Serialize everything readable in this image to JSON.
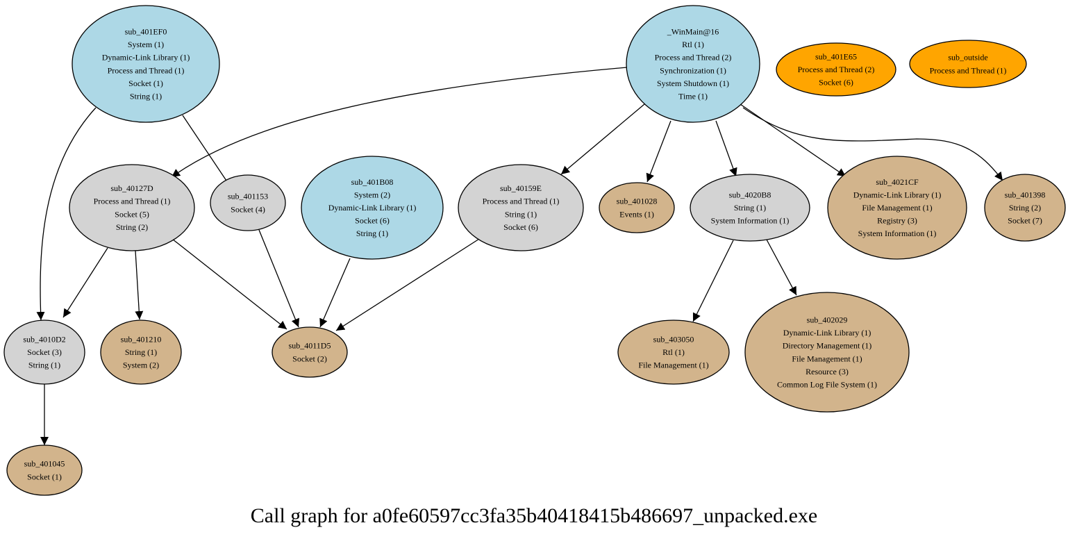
{
  "caption": "Call graph for a0fe60597cc3fa35b40418415b486697_unpacked.exe",
  "colors": {
    "blue": "#add8e6",
    "gray": "#d3d3d3",
    "tan": "#d2b48c",
    "orange": "#ffa500",
    "stroke": "#000000"
  },
  "nodes": [
    {
      "id": "sub_401EF0",
      "color": "blue",
      "lines": [
        "sub_401EF0",
        "System (1)",
        "Dynamic-Link Library (1)",
        "Process and Thread (1)",
        "Socket (1)",
        "String (1)"
      ]
    },
    {
      "id": "_WinMain@16",
      "color": "blue",
      "lines": [
        "_WinMain@16",
        "Rtl (1)",
        "Process and Thread (2)",
        "Synchronization (1)",
        "System Shutdown (1)",
        "Time (1)"
      ]
    },
    {
      "id": "sub_401E65",
      "color": "orange",
      "lines": [
        "sub_401E65",
        "Process and Thread (2)",
        "Socket (6)"
      ]
    },
    {
      "id": "sub_outside",
      "color": "orange",
      "lines": [
        "sub_outside",
        "Process and Thread (1)"
      ]
    },
    {
      "id": "sub_40127D",
      "color": "gray",
      "lines": [
        "sub_40127D",
        "Process and Thread (1)",
        "Socket (5)",
        "String (2)"
      ]
    },
    {
      "id": "sub_401153",
      "color": "gray",
      "lines": [
        "sub_401153",
        "Socket (4)"
      ]
    },
    {
      "id": "sub_401B08",
      "color": "blue",
      "lines": [
        "sub_401B08",
        "System (2)",
        "Dynamic-Link Library (1)",
        "Socket (6)",
        "String (1)"
      ]
    },
    {
      "id": "sub_40159E",
      "color": "gray",
      "lines": [
        "sub_40159E",
        "Process and Thread (1)",
        "String (1)",
        "Socket (6)"
      ]
    },
    {
      "id": "sub_401028",
      "color": "tan",
      "lines": [
        "sub_401028",
        "Events (1)"
      ]
    },
    {
      "id": "sub_4020B8",
      "color": "gray",
      "lines": [
        "sub_4020B8",
        "String (1)",
        "System Information (1)"
      ]
    },
    {
      "id": "sub_4021CF",
      "color": "tan",
      "lines": [
        "sub_4021CF",
        "Dynamic-Link Library (1)",
        "File Management (1)",
        "Registry (3)",
        "System Information (1)"
      ]
    },
    {
      "id": "sub_401398",
      "color": "tan",
      "lines": [
        "sub_401398",
        "String (2)",
        "Socket (7)"
      ]
    },
    {
      "id": "sub_4010D2",
      "color": "gray",
      "lines": [
        "sub_4010D2",
        "Socket (3)",
        "String (1)"
      ]
    },
    {
      "id": "sub_401210",
      "color": "tan",
      "lines": [
        "sub_401210",
        "String (1)",
        "System (2)"
      ]
    },
    {
      "id": "sub_4011D5",
      "color": "tan",
      "lines": [
        "sub_4011D5",
        "Socket (2)"
      ]
    },
    {
      "id": "sub_403050",
      "color": "tan",
      "lines": [
        "sub_403050",
        "Rtl (1)",
        "File Management (1)"
      ]
    },
    {
      "id": "sub_402029",
      "color": "tan",
      "lines": [
        "sub_402029",
        "Dynamic-Link Library (1)",
        "Directory Management (1)",
        "File Management (1)",
        "Resource (3)",
        "Common Log File System (1)"
      ]
    },
    {
      "id": "sub_401045",
      "color": "tan",
      "lines": [
        "sub_401045",
        "Socket (1)"
      ]
    }
  ],
  "edges": [
    {
      "from": "sub_401EF0",
      "to": "sub_4010D2"
    },
    {
      "from": "sub_401EF0",
      "to": "sub_401153"
    },
    {
      "from": "_WinMain@16",
      "to": "sub_40127D"
    },
    {
      "from": "_WinMain@16",
      "to": "sub_40159E"
    },
    {
      "from": "_WinMain@16",
      "to": "sub_401028"
    },
    {
      "from": "_WinMain@16",
      "to": "sub_4020B8"
    },
    {
      "from": "_WinMain@16",
      "to": "sub_4021CF"
    },
    {
      "from": "_WinMain@16",
      "to": "sub_401398"
    },
    {
      "from": "sub_40127D",
      "to": "sub_4010D2"
    },
    {
      "from": "sub_40127D",
      "to": "sub_401210"
    },
    {
      "from": "sub_40127D",
      "to": "sub_4011D5"
    },
    {
      "from": "sub_401153",
      "to": "sub_4011D5"
    },
    {
      "from": "sub_401B08",
      "to": "sub_4011D5"
    },
    {
      "from": "sub_40159E",
      "to": "sub_4011D5"
    },
    {
      "from": "sub_4020B8",
      "to": "sub_403050"
    },
    {
      "from": "sub_4020B8",
      "to": "sub_402029"
    },
    {
      "from": "sub_4010D2",
      "to": "sub_401045"
    }
  ]
}
